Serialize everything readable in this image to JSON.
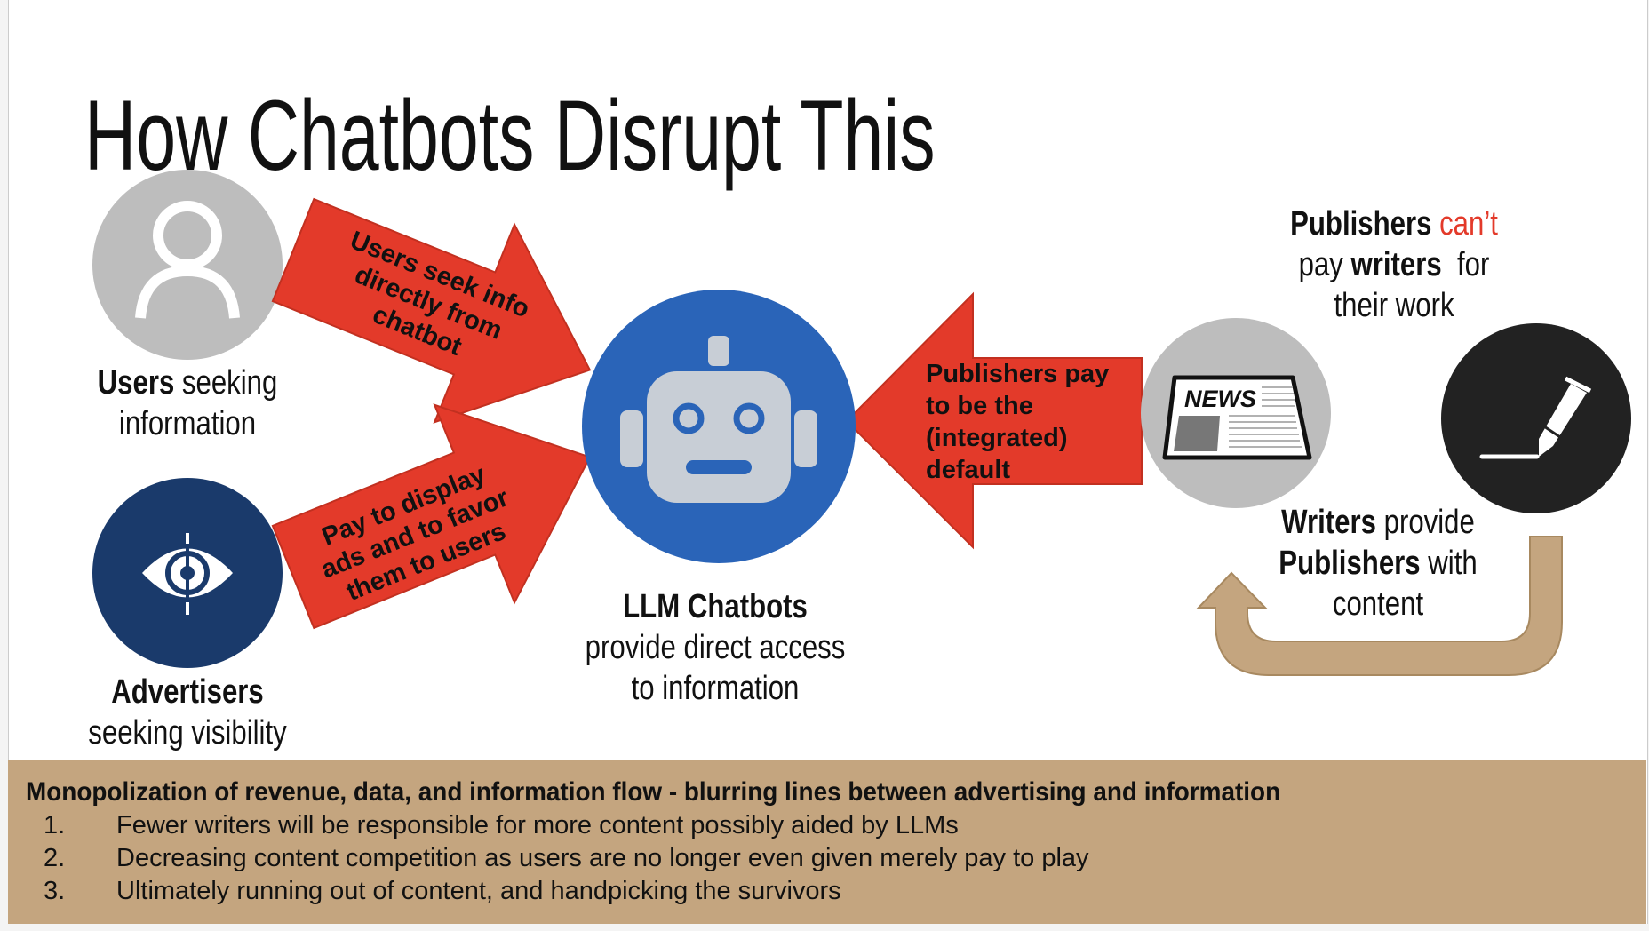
{
  "title": "How Chatbots Disrupt This",
  "users": {
    "bold": "Users",
    "rest1": " seeking",
    "line2": "information"
  },
  "advertisers": {
    "bold": "Advertisers",
    "line2": "seeking visibility"
  },
  "chatbots": {
    "bold": "LLM Chatbots",
    "line2": "provide direct access",
    "line3": "to information"
  },
  "arrow_users": [
    "Users seek info",
    "directly from",
    "chatbot"
  ],
  "arrow_ads": [
    "Pay to display",
    "ads and to favor",
    "them to users"
  ],
  "arrow_publishers": [
    "Publishers pay",
    "to be the",
    "(integrated)",
    "default"
  ],
  "publishers_note": {
    "bold1": "Publishers",
    "red": "can’t",
    "pay": "pay ",
    "bold2": "writers",
    "for": "  for",
    "line3": "their work"
  },
  "writers_note": {
    "bold1": "Writers",
    "provide": " provide",
    "bold2": "Publishers",
    "with": " with",
    "line3": "content"
  },
  "news_icon_text": "NEWS",
  "summary": {
    "heading": "Monopolization of revenue, data, and information flow - blurring lines between advertising and information",
    "items": [
      {
        "num": "1.",
        "text": "Fewer writers will be responsible for more content possibly aided by LLMs"
      },
      {
        "num": "2.",
        "text": "Decreasing content competition as users are no longer even given merely pay to play"
      },
      {
        "num": "3.",
        "text": "Ultimately running out of content, and handpicking the survivors"
      }
    ]
  },
  "colors": {
    "red": "#e33a2a",
    "blue": "#2a64b8",
    "navy": "#1a3a6b",
    "tan": "#c4a57f",
    "gray": "#bdbdbd",
    "dark": "#222222"
  }
}
